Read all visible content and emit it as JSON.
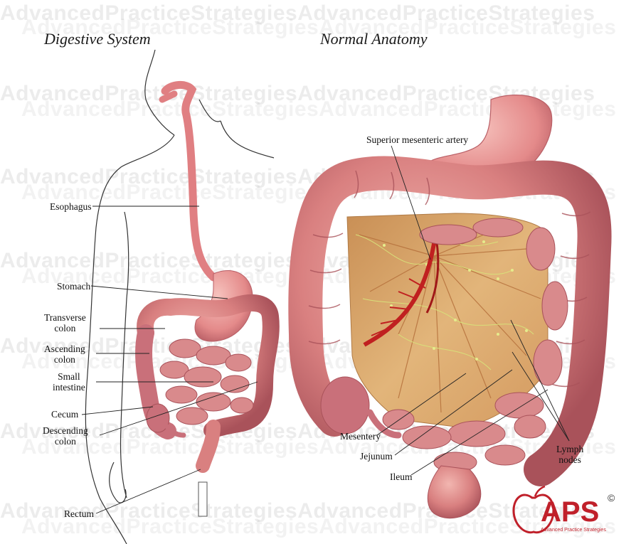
{
  "titles": {
    "left": "Digestive System",
    "right": "Normal Anatomy"
  },
  "watermark": "AdvancedPracticeStrategiesAdvancedPracticeStrategies",
  "left_labels": {
    "esophagus": "Esophagus",
    "stomach": "Stomach",
    "transverse_colon": [
      "Transverse",
      "colon"
    ],
    "ascending_colon": [
      "Ascending",
      "colon"
    ],
    "small_intestine": [
      "Small",
      "intestine"
    ],
    "cecum": "Cecum",
    "descending_colon": [
      "Descending",
      "colon"
    ],
    "rectum": "Rectum"
  },
  "right_labels": {
    "superior_mesenteric_artery": "Superior mesenteric artery",
    "mesentery": "Mesentery",
    "jejunum": "Jejunum",
    "ileum": "Ileum",
    "lymph_nodes": [
      "Lymph",
      "nodes"
    ]
  },
  "logo": {
    "text": "APS",
    "tagline": "Advanced Practice Strategies",
    "copyright": "©"
  },
  "colors": {
    "tissue": "#d98080",
    "tissue_dark": "#a9525a",
    "mesentery": "#d9a86c",
    "vessel": "#c02020",
    "lymph": "#d8e07a",
    "brand": "#c0202a"
  }
}
